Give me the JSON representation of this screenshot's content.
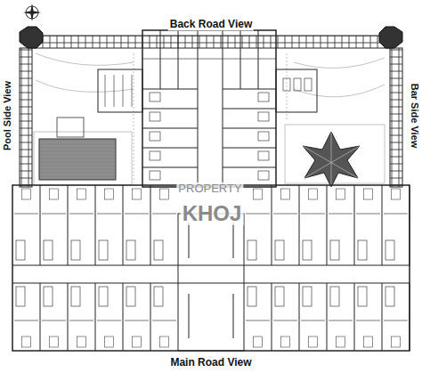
{
  "diagram": {
    "labels": [
      "Back Road View",
      "Pool Side View",
      "Bar Side View",
      "Main Road View",
      "PROPERTY",
      "KHOJ"
    ]
  }
}
